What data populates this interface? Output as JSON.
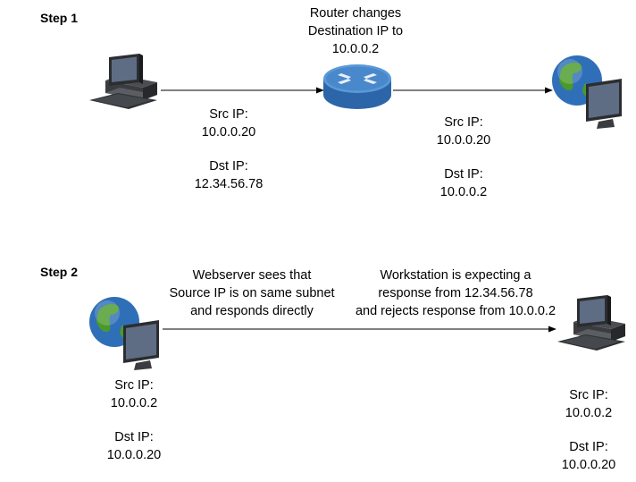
{
  "step1": {
    "label": "Step 1",
    "router_note": [
      "Router changes",
      "Destination IP to",
      "10.0.0.2"
    ],
    "left_packet": {
      "src_label": "Src IP:",
      "src_value": "10.0.0.20",
      "dst_label": "Dst IP:",
      "dst_value": "12.34.56.78"
    },
    "right_packet": {
      "src_label": "Src IP:",
      "src_value": "10.0.0.20",
      "dst_label": "Dst IP:",
      "dst_value": "10.0.0.2"
    },
    "icons": {
      "source": "workstation-icon",
      "middle": "router-icon",
      "destination": "webserver-icon"
    }
  },
  "step2": {
    "label": "Step 2",
    "left_note": [
      "Webserver sees that",
      "Source IP is on same subnet",
      "and responds directly"
    ],
    "right_note": [
      "Workstation is expecting a",
      "response from 12.34.56.78",
      "and rejects response from 10.0.0.2"
    ],
    "left_packet": {
      "src_label": "Src IP:",
      "src_value": "10.0.0.2",
      "dst_label": "Dst IP:",
      "dst_value": "10.0.0.20"
    },
    "right_packet": {
      "src_label": "Src IP:",
      "src_value": "10.0.0.2",
      "dst_label": "Dst IP:",
      "dst_value": "10.0.0.20"
    },
    "icons": {
      "source": "webserver-icon",
      "destination": "workstation-icon"
    }
  },
  "colors": {
    "line": "#000000",
    "router_blue": "#3f7fc2",
    "globe_blue": "#2f6fb8",
    "globe_green": "#4a9a2a",
    "monitor_dark": "#2b2d30"
  }
}
